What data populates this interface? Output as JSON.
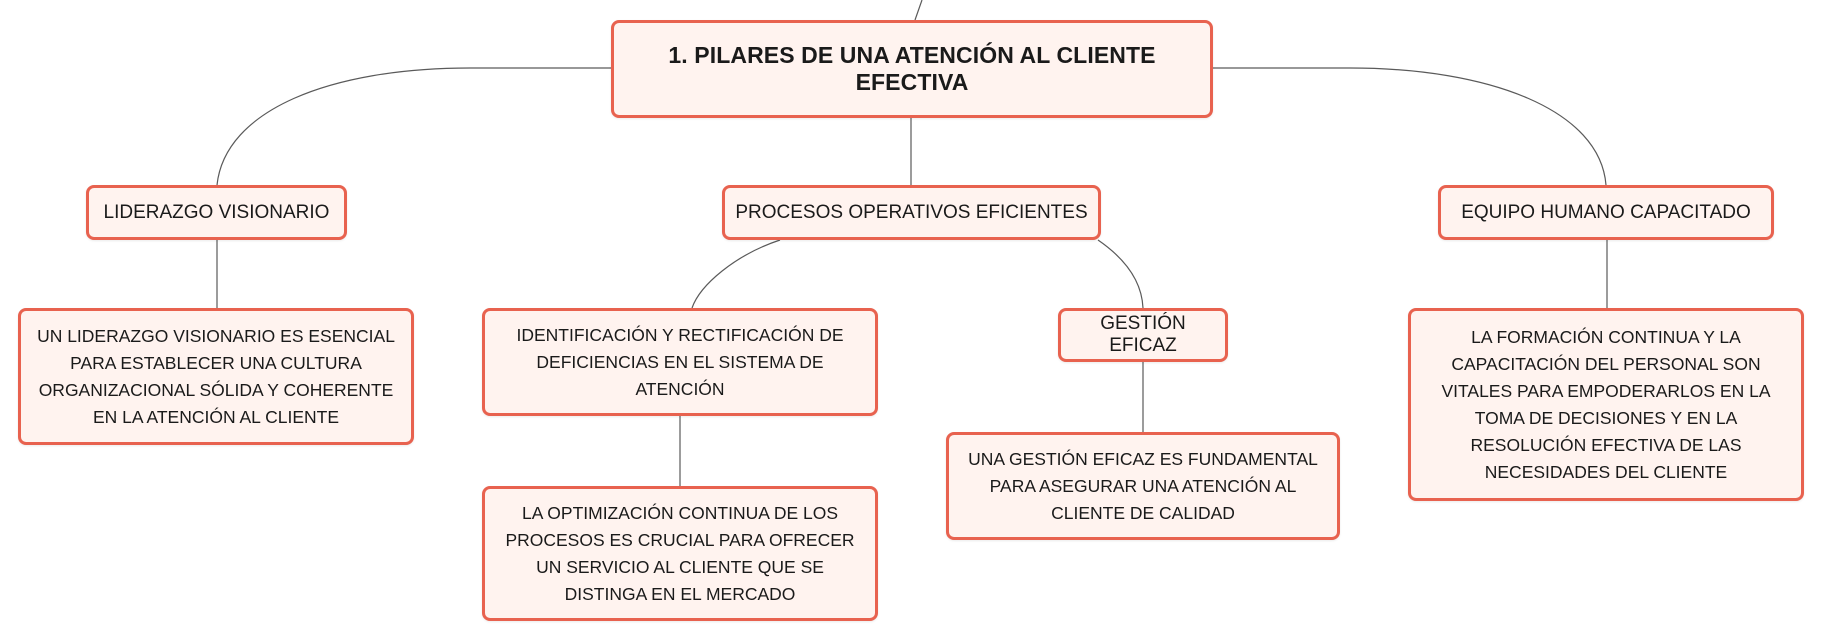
{
  "diagram": {
    "root": "1. PILARES DE UNA ATENCIÓN AL CLIENTE EFECTIVA",
    "pillars": [
      {
        "label": "LIDERAZGO VISIONARIO",
        "detail": "UN LIDERAZGO VISIONARIO ES ESENCIAL PARA ESTABLECER UNA CULTURA ORGANIZACIONAL SÓLIDA Y COHERENTE EN LA ATENCIÓN AL CLIENTE"
      },
      {
        "label": "PROCESOS OPERATIVOS EFICIENTES",
        "children": [
          {
            "label": "IDENTIFICACIÓN Y RECTIFICACIÓN DE DEFICIENCIAS EN EL SISTEMA DE ATENCIÓN",
            "detail": "LA OPTIMIZACIÓN CONTINUA DE LOS PROCESOS ES CRUCIAL PARA OFRECER UN SERVICIO AL CLIENTE QUE SE DISTINGA EN EL MERCADO"
          },
          {
            "label": "GESTIÓN EFICAZ",
            "detail": "UNA GESTIÓN EFICAZ ES FUNDAMENTAL PARA ASEGURAR UNA ATENCIÓN AL CLIENTE DE CALIDAD"
          }
        ]
      },
      {
        "label": "EQUIPO HUMANO CAPACITADO",
        "detail": "LA FORMACIÓN CONTINUA Y LA CAPACITACIÓN DEL PERSONAL SON VITALES PARA EMPODERARLOS EN LA TOMA DE DECISIONES Y EN LA RESOLUCIÓN EFECTIVA DE LAS NECESIDADES DEL CLIENTE"
      }
    ]
  },
  "colors": {
    "node_border": "#e8624f",
    "node_fill": "#fff3ef",
    "connector": "#5a5a5a"
  }
}
